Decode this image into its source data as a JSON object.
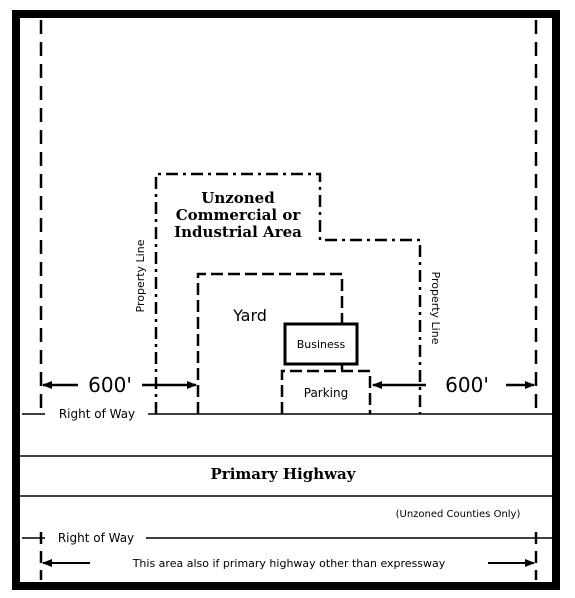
{
  "diagram": {
    "zone_title": [
      "Unzoned",
      "Commercial or",
      "Industrial Area"
    ],
    "property_line_left": "Property Line",
    "property_line_right": "Property Line",
    "yard": "Yard",
    "business": "Business",
    "parking": "Parking",
    "distance_left": "600'",
    "distance_right": "600'",
    "right_of_way_top": "Right of Way",
    "highway": "Primary Highway",
    "note": "(Unzoned Counties Only)",
    "right_of_way_bottom": "Right of Way",
    "bottom_span": "This area also if primary highway other than expressway"
  }
}
